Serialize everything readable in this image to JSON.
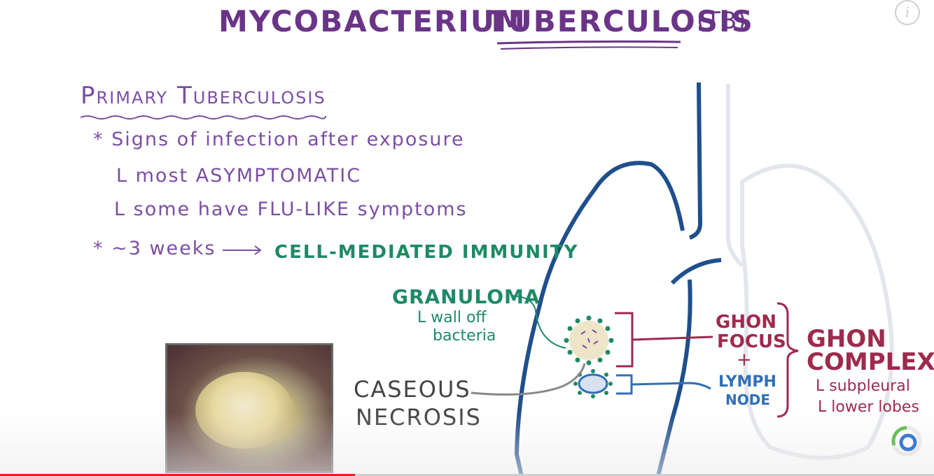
{
  "title": {
    "part1": "MYCOBACTERIUM",
    "part2": "TUBERCULOSIS",
    "abbr": "(TB)"
  },
  "section": {
    "heading": "Primary Tuberculosis",
    "bullet1": "* Signs of infection after exposure",
    "sub1": "L most ASYMPTOMATIC",
    "sub2": "L some have FLU-LIKE symptoms",
    "bullet2_left": "* ~3 weeks",
    "arrow": "⟶",
    "bullet2_right": "CELL-MEDIATED IMMUNITY"
  },
  "diagram": {
    "granuloma": "GRANULOMA",
    "granuloma_sub1": "L wall off",
    "granuloma_sub2": "bacteria",
    "caseous1": "CASEOUS",
    "caseous2": "NECROSIS",
    "ghon_focus1": "GHON",
    "ghon_focus2": "FOCUS",
    "plus": "+",
    "lymph1": "LYMPH",
    "lymph2": "NODE",
    "ghon_complex1": "GHON",
    "ghon_complex2": "COMPLEX",
    "loc1": "L subpleural",
    "loc2": "L lower lobes"
  },
  "player": {
    "progress_fraction": 0.38,
    "info_icon": "info-icon",
    "loader_icon": "loading-ring-icon"
  },
  "colors": {
    "purple": "#7b4ea3",
    "green": "#1e8a63",
    "maroon": "#9e2a4d",
    "blue": "#2f6fb8",
    "lung": "#1f4f8c"
  }
}
